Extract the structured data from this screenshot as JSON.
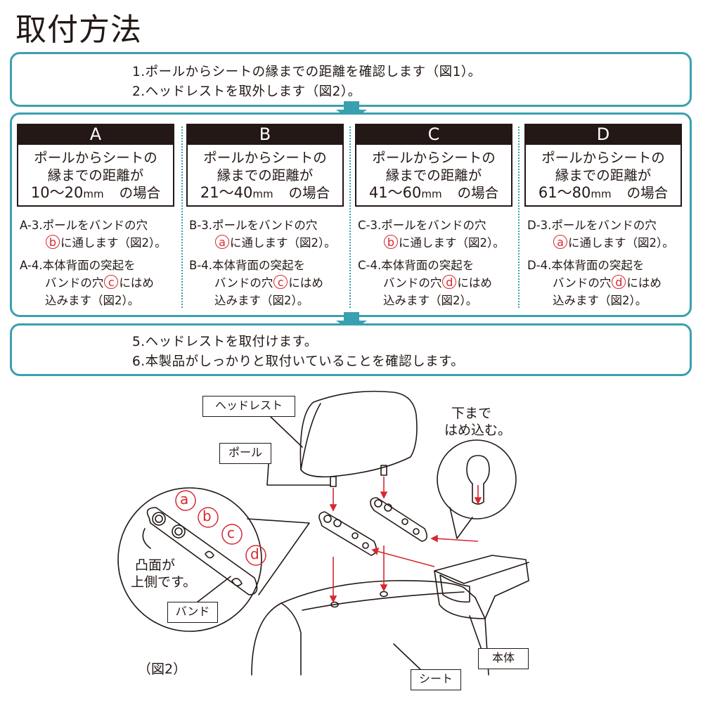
{
  "title": "取付方法",
  "top_steps": [
    "1.ポールからシートの縁までの距離を確認します（図1）。",
    "2.ヘッドレストを取外します（図2）。"
  ],
  "cases": [
    {
      "letter": "A",
      "cond1": "ポールからシートの",
      "cond2": "縁までの距離が",
      "range": "10～20",
      "unit": "mm",
      "suffix": "の場合",
      "s3_prefix": "A-3.ポールをバンドの穴",
      "s3_hole": "b",
      "s3_rest": "に通します（図2）。",
      "s4_prefix": "A-4.本体背面の突起を",
      "s4_line2_pre": "バンドの穴",
      "s4_hole": "c",
      "s4_line2_post": "にはめ",
      "s4_line3": "込みます（図2）。"
    },
    {
      "letter": "B",
      "cond1": "ポールからシートの",
      "cond2": "縁までの距離が",
      "range": "21～40",
      "unit": "mm",
      "suffix": "の場合",
      "s3_prefix": "B-3.ポールをバンドの穴",
      "s3_hole": "a",
      "s3_rest": "に通します（図2）。",
      "s4_prefix": "B-4.本体背面の突起を",
      "s4_line2_pre": "バンドの穴",
      "s4_hole": "c",
      "s4_line2_post": "にはめ",
      "s4_line3": "込みます（図2）。"
    },
    {
      "letter": "C",
      "cond1": "ポールからシートの",
      "cond2": "縁までの距離が",
      "range": "41～60",
      "unit": "mm",
      "suffix": "の場合",
      "s3_prefix": "C-3.ポールをバンドの穴",
      "s3_hole": "b",
      "s3_rest": "に通します（図2）。",
      "s4_prefix": "C-4.本体背面の突起を",
      "s4_line2_pre": "バンドの穴",
      "s4_hole": "d",
      "s4_line2_post": "にはめ",
      "s4_line3": "込みます（図2）。"
    },
    {
      "letter": "D",
      "cond1": "ポールからシートの",
      "cond2": "縁までの距離が",
      "range": "61～80",
      "unit": "mm",
      "suffix": "の場合",
      "s3_prefix": "D-3.ポールをバンドの穴",
      "s3_hole": "a",
      "s3_rest": "に通します（図2）。",
      "s4_prefix": "D-4.本体背面の突起を",
      "s4_line2_pre": "バンドの穴",
      "s4_hole": "d",
      "s4_line2_post": "にはめ",
      "s4_line3": "込みます（図2）。"
    }
  ],
  "bottom_steps": [
    "5.ヘッドレストを取付けます。",
    "6.本製品がしっかりと取付いていることを確認します。"
  ],
  "diagram": {
    "headrest_label": "ヘッドレスト",
    "pole_label": "ポール",
    "band_label": "バンド",
    "body_label": "本体",
    "seat_label": "シート",
    "fig_label": "（図2）",
    "inset_note1": "下まで",
    "inset_note2": "はめ込む。",
    "convex_note1": "凸面が",
    "convex_note2": "上側です。",
    "hole_a": "a",
    "hole_b": "b",
    "hole_c": "c",
    "hole_d": "d"
  },
  "colors": {
    "accent": "#3aa0b0",
    "hole_red": "#d7282f",
    "ink": "#231815"
  }
}
